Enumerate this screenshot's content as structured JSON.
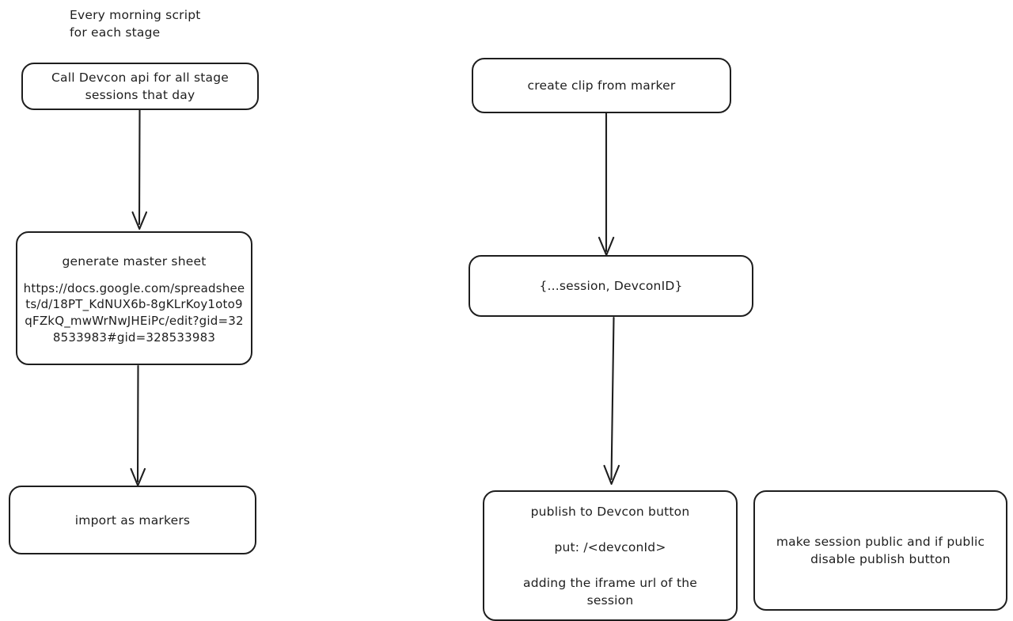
{
  "diagram": {
    "type": "flowchart",
    "background": "#ffffff",
    "stroke_color": "#1e1e1e",
    "labels": [
      {
        "name": "every-morning-script",
        "text": "Every morning script\nfor each stage"
      }
    ],
    "nodes": [
      {
        "id": "call-devcon-api",
        "text": "Call Devcon api for all stage\nsessions that day"
      },
      {
        "id": "generate-master-sheet",
        "title": "generate master sheet",
        "url": "https://docs.google.com/spreadsheets/d/18PT_KdNUX6b-8gKLrKoy1oto9qFZkQ_mwWrNwJHEiPc/edit?gid=328533983#gid=328533983"
      },
      {
        "id": "import-as-markers",
        "text": "import as markers"
      },
      {
        "id": "create-clip-from-marker",
        "text": "create clip from marker"
      },
      {
        "id": "session-object",
        "text": "{...session, DevconID}"
      },
      {
        "id": "publish-to-devcon-button",
        "line1": "publish to Devcon button",
        "line2": "put: /<devconId>",
        "line3": "adding the iframe url of the\nsession"
      },
      {
        "id": "make-session-public",
        "text": "make session public and if public\ndisable publish button"
      }
    ],
    "edges": [
      {
        "name": "edge-call-api-to-master-sheet",
        "from": "call-devcon-api",
        "to": "generate-master-sheet"
      },
      {
        "name": "edge-master-sheet-to-import-markers",
        "from": "generate-master-sheet",
        "to": "import-as-markers"
      },
      {
        "name": "edge-create-clip-to-session-object",
        "from": "create-clip-from-marker",
        "to": "session-object"
      },
      {
        "name": "edge-session-object-to-publish-button",
        "from": "session-object",
        "to": "publish-to-devcon-button"
      }
    ]
  }
}
